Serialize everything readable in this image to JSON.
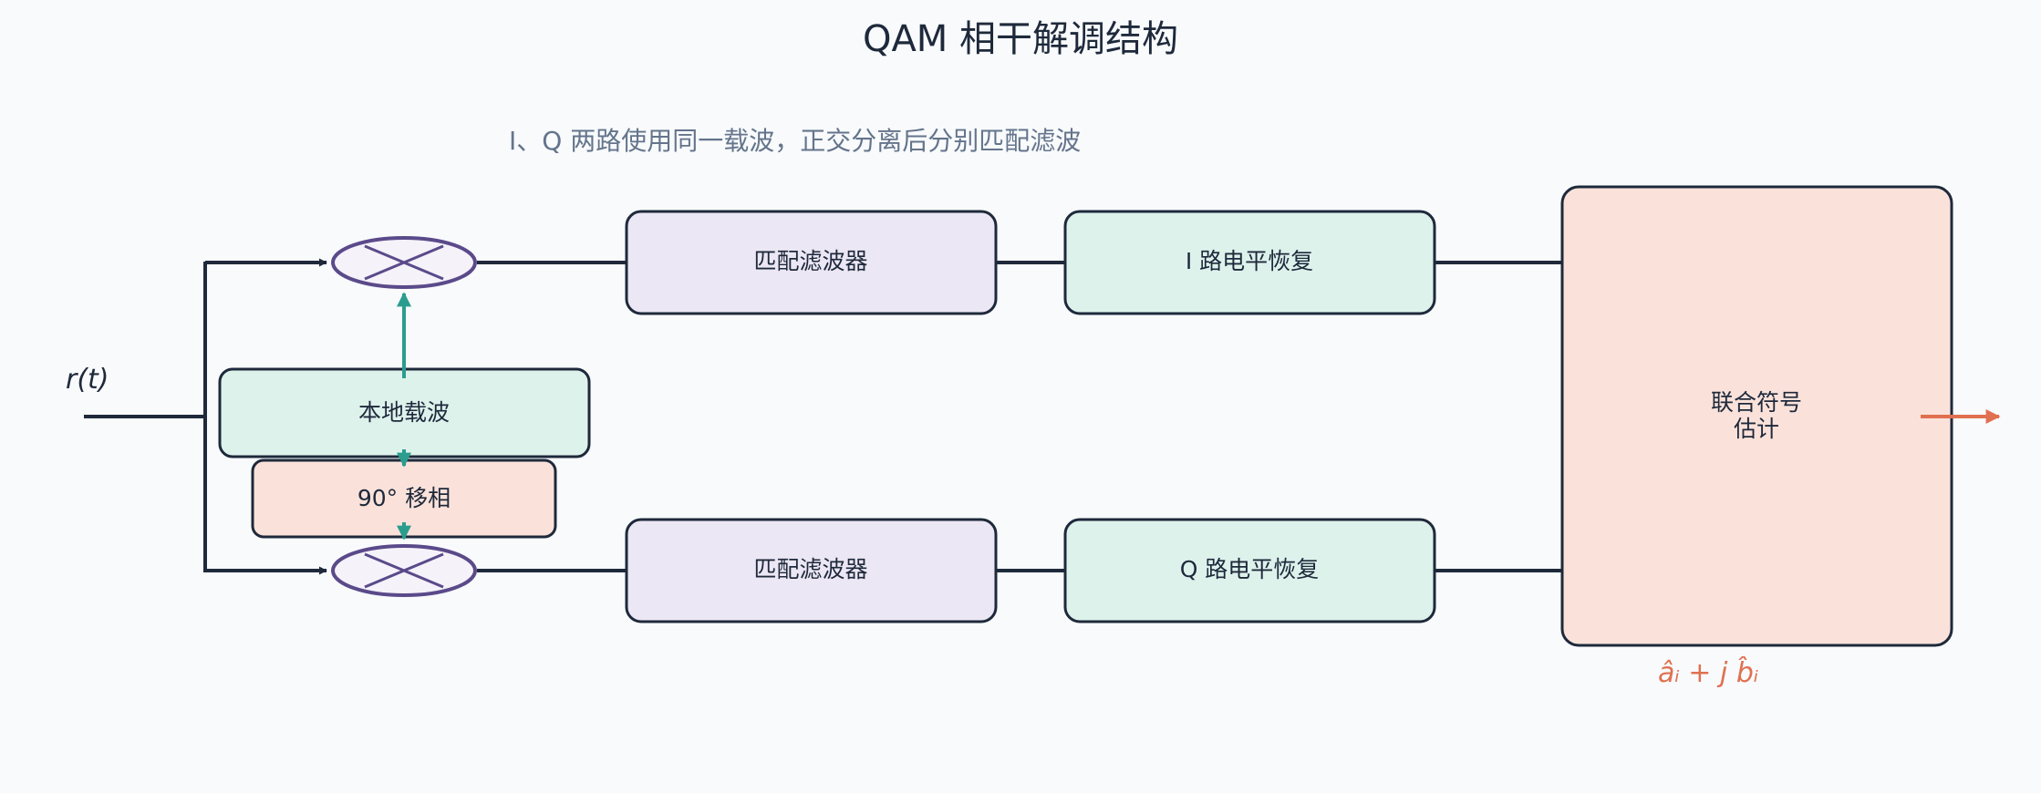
{
  "title": "QAM 相干解调结构",
  "subtitle": "I、Q 两路使用同一载波，正交分离后分别匹配滤波",
  "input_label": "r(t)",
  "output_label": "âᵢ + j b̂ᵢ",
  "blocks": {
    "local_carrier": "本地载波",
    "phase_shift": "90° 移相",
    "matched_filter_i": "匹配滤波器",
    "matched_filter_q": "匹配滤波器",
    "level_recovery_i": "I 路电平恢复",
    "level_recovery_q": "Q 路电平恢复",
    "joint_estimate_line1": "联合符号",
    "joint_estimate_line2": "估计"
  },
  "colors": {
    "text": "#1e293b",
    "subtitle": "#64748b",
    "line": "#1e293b",
    "carrier_arrow": "#2a9d8f",
    "output_arrow": "#e07050",
    "mixer_stroke": "#5b4a8a",
    "purple_fill": "#ece7f4",
    "green_fill": "#def2ec",
    "peach_fill": "#fae2da"
  }
}
